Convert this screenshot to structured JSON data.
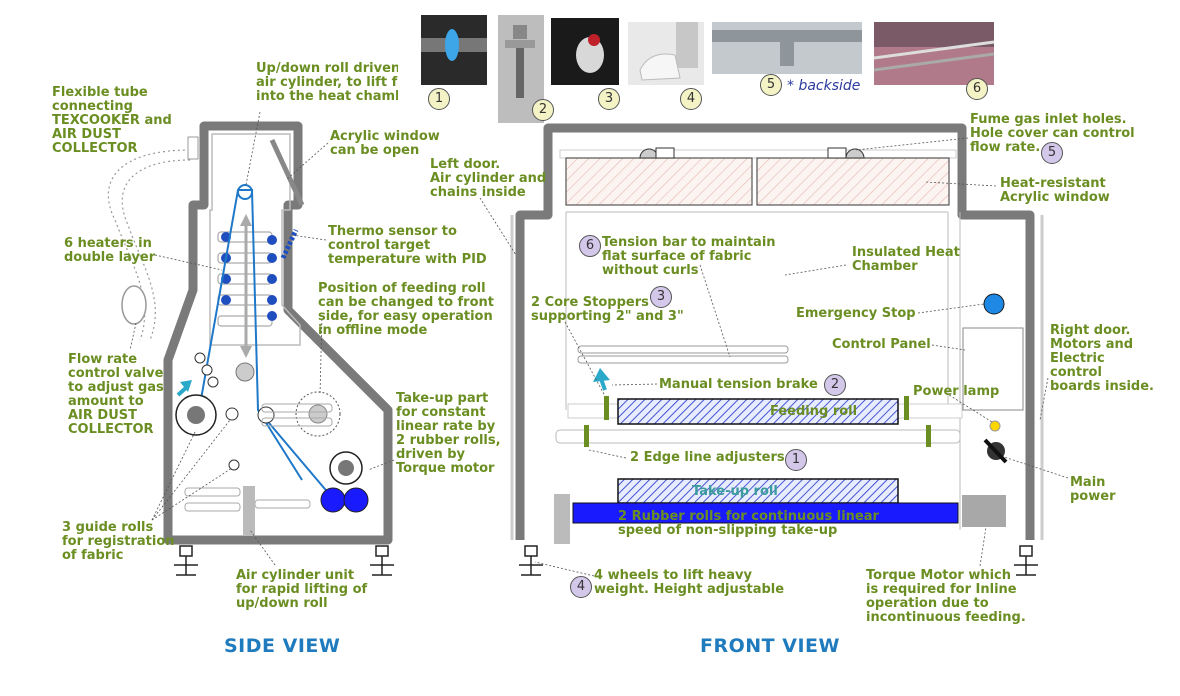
{
  "photos": {
    "n1": "1",
    "n2": "2",
    "n3": "3",
    "n4": "4",
    "n5": "5",
    "n6": "6",
    "backside": "* backside"
  },
  "side": {
    "title": "SIDE VIEW",
    "flexible_tube": "Flexible tube\nconnecting\nTEXCOOKER and\nAIR DUST\nCOLLECTOR",
    "roll_driven": "Up/down roll driven\nair cylinder, to lift fa\ninto the heat chamb",
    "acrylic_window": "Acrylic window\ncan be open",
    "thermo": "Thermo sensor to\ncontrol target\ntemperature with PID",
    "heaters": "6 heaters in\ndouble layer",
    "feeding_roll_pos": "Position of feeding roll\ncan be changed to front\nside, for easy operation\nin offline mode",
    "flow_rate": "Flow rate\ncontrol valve\nto adjust gas\namount to\nAIR DUST\nCOLLECTOR",
    "takeup": "Take-up part\nfor constant\nlinear rate by\n2 rubber rolls,\ndriven by\nTorque motor",
    "guide_rolls": "3 guide rolls\nfor registration\nof fabric",
    "air_cyl": "Air cylinder unit\nfor rapid lifting of\nup/down roll"
  },
  "front": {
    "title": "FRONT VIEW",
    "fume": "Fume gas inlet holes.\nHole cover can control\nflow rate.",
    "fume_num": "5",
    "left_door": "Left door.\nAir cylinder and\nchains inside",
    "heat_resistant": "Heat-resistant\nAcrylic window",
    "tension_bar": "Tension bar to maintain\nflat surface of fabric\nwithout curls",
    "tension_num": "6",
    "insulated": "Insulated Heat\nChamber",
    "core_stoppers": "2 Core Stoppers\nsupporting 2\" and 3\"",
    "core_num": "3",
    "emergency": "Emergency Stop",
    "control_panel": "Control Panel",
    "right_door": "Right door.\nMotors and\nElectric\ncontrol\nboards inside.",
    "manual_brake": "Manual tension brake",
    "brake_num": "2",
    "power_lamp": "Power lamp",
    "feeding_roll": "Feeding roll",
    "edge_line": "2 Edge line adjusters",
    "edge_num": "1",
    "main_power": "Main\npower",
    "takeup_roll": "Take-up roll",
    "rubber_rolls": "2 Rubber rolls for continuous linear\nspeed of non-slipping take-up",
    "wheels": "4 wheels to lift heavy\nweight. Height adjustable",
    "wheels_num": "4",
    "torque_motor": "Torque Motor which\nis required for Inline\noperation due to\nincontinuous feeding."
  },
  "colors": {
    "label_green": "#6b8e23",
    "title_blue": "#1f7bbd",
    "frame_gray": "#7a7a7a",
    "fabric_blue": "#1f78c8",
    "rubber_roll": "#1a1aff"
  }
}
